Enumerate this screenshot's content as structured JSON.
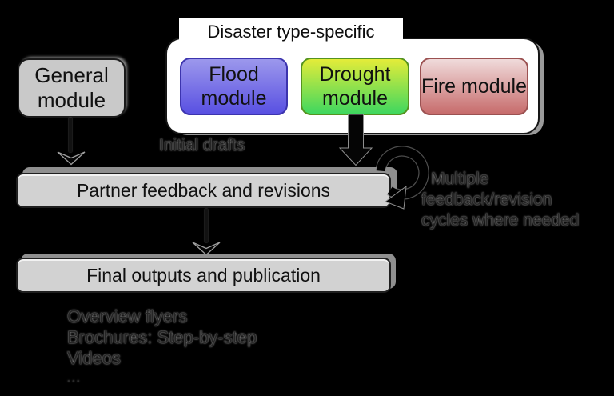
{
  "colors": {
    "background": "#000000",
    "general_box_fill": "#c9c9c9",
    "bar_fill": "#d2d2d2",
    "container_fill": "#ffffff",
    "shadow_gray": "#8f8f8f",
    "arrow_black": "#050505"
  },
  "general_module": {
    "label": "General module"
  },
  "specific_group": {
    "title": "Disaster type-specific",
    "modules": [
      {
        "label": "Flood module",
        "color_top": "#9c98ec",
        "color_bottom": "#5950e2",
        "border": "#3c34ae"
      },
      {
        "label": "Drought module",
        "color_top": "#e4ec39",
        "color_bottom": "#3fd75f",
        "border": "#55931f"
      },
      {
        "label": "Fire module",
        "color_top": "#f0dbdb",
        "color_bottom": "#c76c6c",
        "border": "#9b5151"
      }
    ]
  },
  "annotations": {
    "initial_drafts": "Initial drafts",
    "cycle_note": "Multiple\nfeedback/revision\ncycles where needed"
  },
  "process": {
    "partner_feedback": "Partner feedback and revisions",
    "final_outputs": "Final outputs and publication"
  },
  "outputs": {
    "items": [
      "Overview flyers",
      "Brochures: Step-by-step",
      "Videos"
    ],
    "more": "..."
  },
  "icons": {
    "cycle_arrow": "clockwise-cycle-arrow",
    "down_arrow": "solid-down-arrow",
    "chevron": "down-chevron-arrowhead"
  }
}
